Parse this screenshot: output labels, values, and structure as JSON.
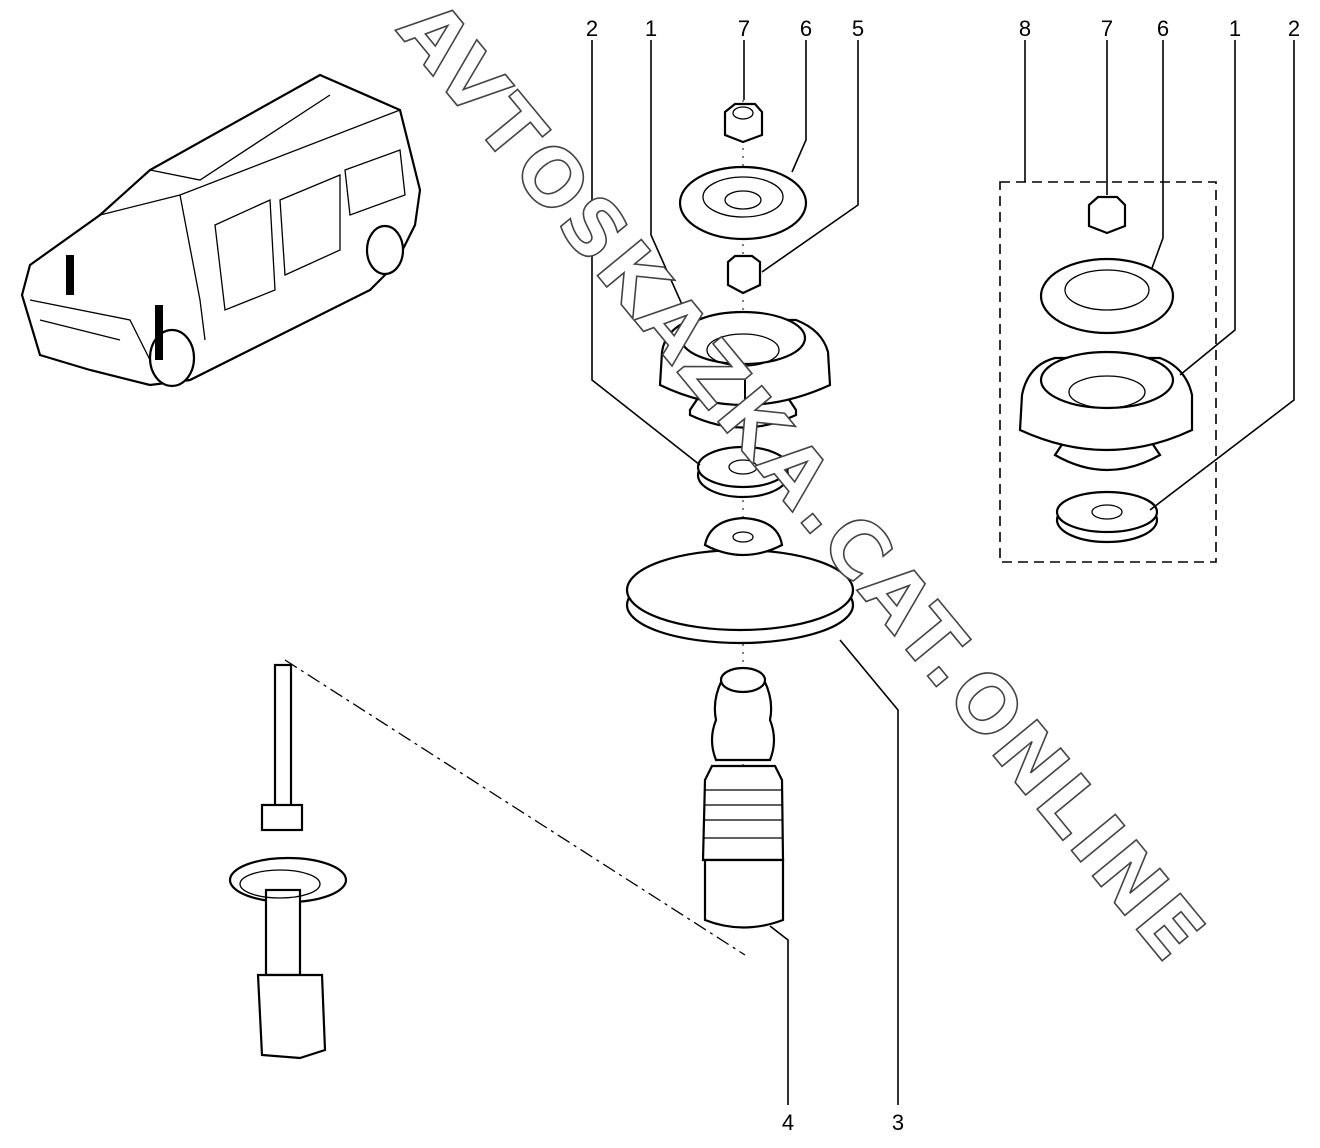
{
  "diagram": {
    "main_callouts": [
      "2",
      "1",
      "7",
      "6",
      "5"
    ],
    "kit_callouts": [
      "8",
      "7",
      "6",
      "1",
      "2"
    ],
    "bottom_callouts": [
      "4",
      "3"
    ],
    "watermark": "AVTOSKAZKA.CAT.ONLINE"
  }
}
